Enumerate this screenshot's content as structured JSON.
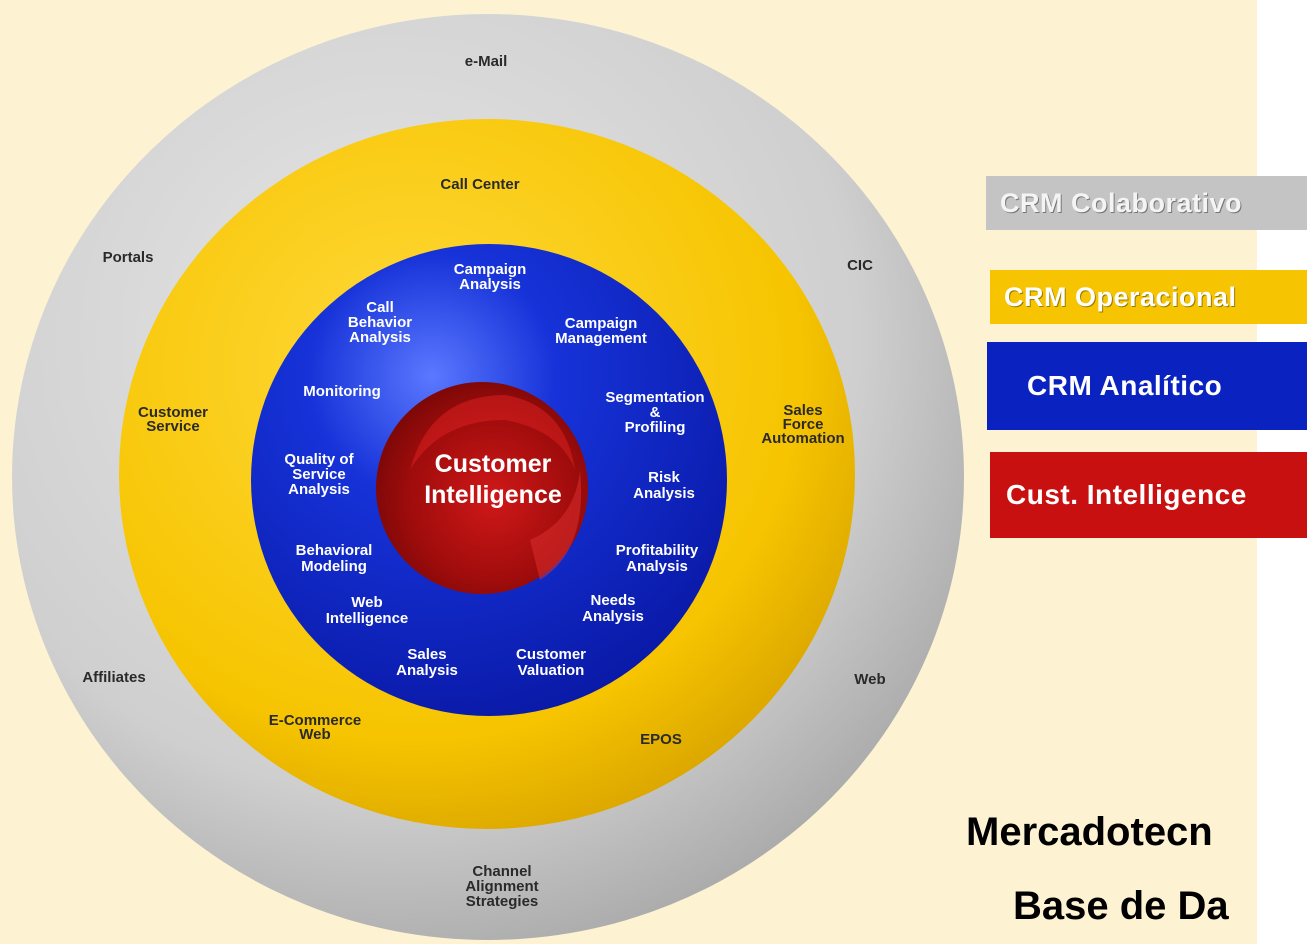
{
  "diagram": {
    "outer_ring": {
      "color": "#c8c8c8",
      "labels": [
        "e-Mail",
        "Portals",
        "CIC",
        "Affiliates",
        "Web",
        "Channel\nAlignment\nStrategies"
      ]
    },
    "yellow_ring": {
      "color": "#f6c400",
      "labels": [
        "Call Center",
        "Customer\nService",
        "Sales\nForce\nAutomation",
        "E-Commerce\nWeb",
        "EPOS"
      ]
    },
    "blue_ring": {
      "color": "#0a1fc8",
      "labels": [
        "Campaign\nAnalysis",
        "Call\nBehavior\nAnalysis",
        "Campaign\nManagement",
        "Monitoring",
        "Segmentation\n&\nProfiling",
        "Quality of\nService\nAnalysis",
        "Risk\nAnalysis",
        "Behavioral\nModeling",
        "Profitability\nAnalysis",
        "Web\nIntelligence",
        "Needs\nAnalysis",
        "Sales\nAnalysis",
        "Customer\nValuation"
      ]
    },
    "core": {
      "color": "#b01010",
      "label": "Customer\nIntelligence"
    }
  },
  "legend": {
    "collaborativo": {
      "label": "CRM Colaborativo",
      "color": "#c4c4c4"
    },
    "operacional": {
      "label": "CRM Operacional",
      "color": "#f6c400"
    },
    "analitico": {
      "label": "CRM Analítico",
      "color": "#0a22c0"
    },
    "intelligence": {
      "label": "Cust. Intelligence",
      "color": "#c81010"
    }
  },
  "footer": {
    "line1": "Mercadotecn",
    "line2": "Base de Da"
  }
}
